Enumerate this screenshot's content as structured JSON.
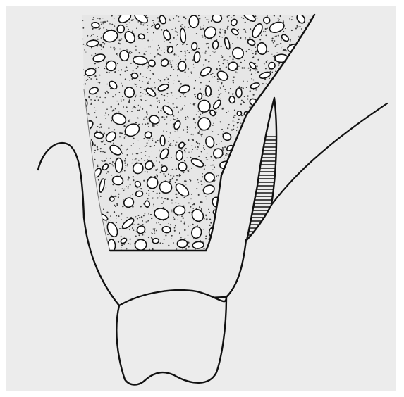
{
  "figure": {
    "labels": [],
    "colors": {
      "background": "#ffffff",
      "panel": "#ececec",
      "ink": "#111111",
      "stipple": "#3a3a3a",
      "fill": "#ffffff"
    },
    "parts": [
      {
        "name": "bone-graft-block",
        "style": "stippled with ovoid particles"
      },
      {
        "name": "prosthetic-base-outline",
        "style": "line"
      },
      {
        "name": "tooth-crown",
        "style": "outline"
      },
      {
        "name": "soft-tissue-flap",
        "style": "line"
      },
      {
        "name": "membrane-wedge",
        "style": "hatched"
      }
    ]
  }
}
